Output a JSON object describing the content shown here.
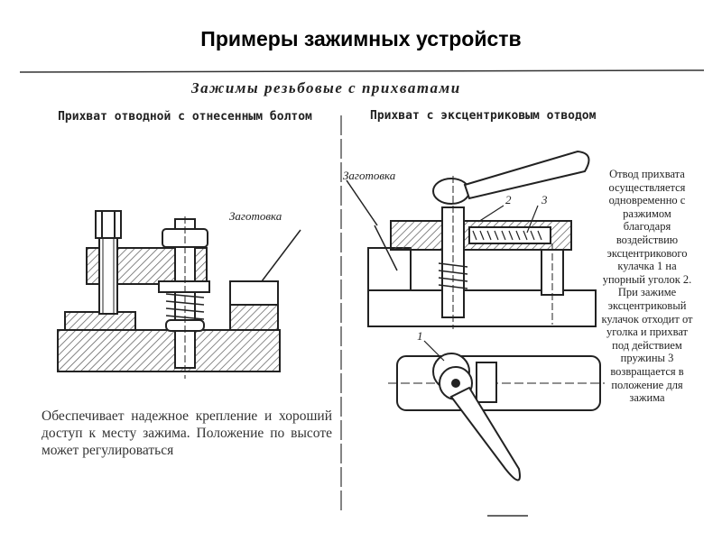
{
  "slide": {
    "title": "Примеры зажимных устройств"
  },
  "section": {
    "title": "Зажимы резьбовые с прихватами"
  },
  "left_panel": {
    "heading": "Прихват отводной с отнесенным болтом",
    "workpiece_label": "Заготовка",
    "caption": "Обеспечивает надежное крепление и хороший доступ к месту зажима. Положение по высоте может регулироваться"
  },
  "right_panel": {
    "heading": "Прихват с эксцентриковым отводом",
    "workpiece_label": "Заготовка",
    "part_numbers": [
      "1",
      "2",
      "3"
    ],
    "caption": "Отвод прихвата осуществляется одновременно с разжимом благодаря воздействию эксцентрикового кулачка 1 на упорный уголок 2. При зажиме эксцентриковый кулачок отходит от уголка и прихват под действием пружины 3 возвращается в положение для зажима"
  },
  "colors": {
    "ink": "#222222",
    "hatch": "#555555",
    "background": "#ffffff"
  }
}
